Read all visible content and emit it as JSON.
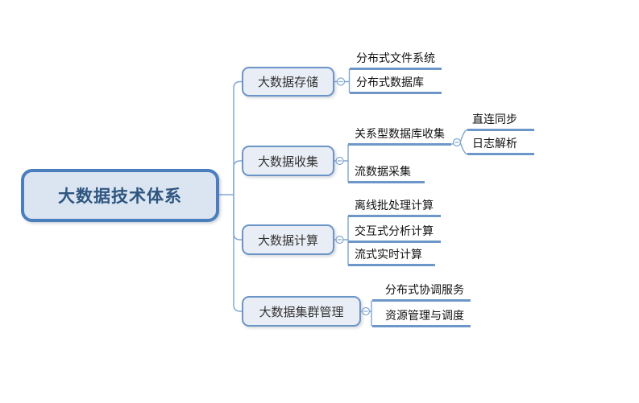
{
  "root": {
    "label": "大数据技术体系"
  },
  "branches": [
    {
      "label": "大数据存储",
      "children": [
        {
          "label": "分布式文件系统"
        },
        {
          "label": "分布式数据库"
        }
      ]
    },
    {
      "label": "大数据收集",
      "children": [
        {
          "label": "关系型数据库收集",
          "children": [
            {
              "label": "直连同步"
            },
            {
              "label": "日志解析"
            }
          ]
        },
        {
          "label": "流数据采集"
        }
      ]
    },
    {
      "label": "大数据计算",
      "children": [
        {
          "label": "离线批处理计算"
        },
        {
          "label": "交互式分析计算"
        },
        {
          "label": "流式实时计算"
        }
      ]
    },
    {
      "label": "大数据集群管理",
      "children": [
        {
          "label": "分布式协调服务"
        },
        {
          "label": "资源管理与调度"
        }
      ]
    }
  ],
  "icons": {
    "collapse": "minus-circle"
  },
  "colors": {
    "background": "#ffffff",
    "root_border": "#4a7ebc",
    "root_fill": "#dbe5f2",
    "root_text": "#2f5680",
    "node_border": "#6b95c7",
    "node_fill": "#e9edf5",
    "node_text": "#333333",
    "leaf_text": "#111111",
    "line_strong": "#6d97c8",
    "wire": "#7fa5d1"
  }
}
